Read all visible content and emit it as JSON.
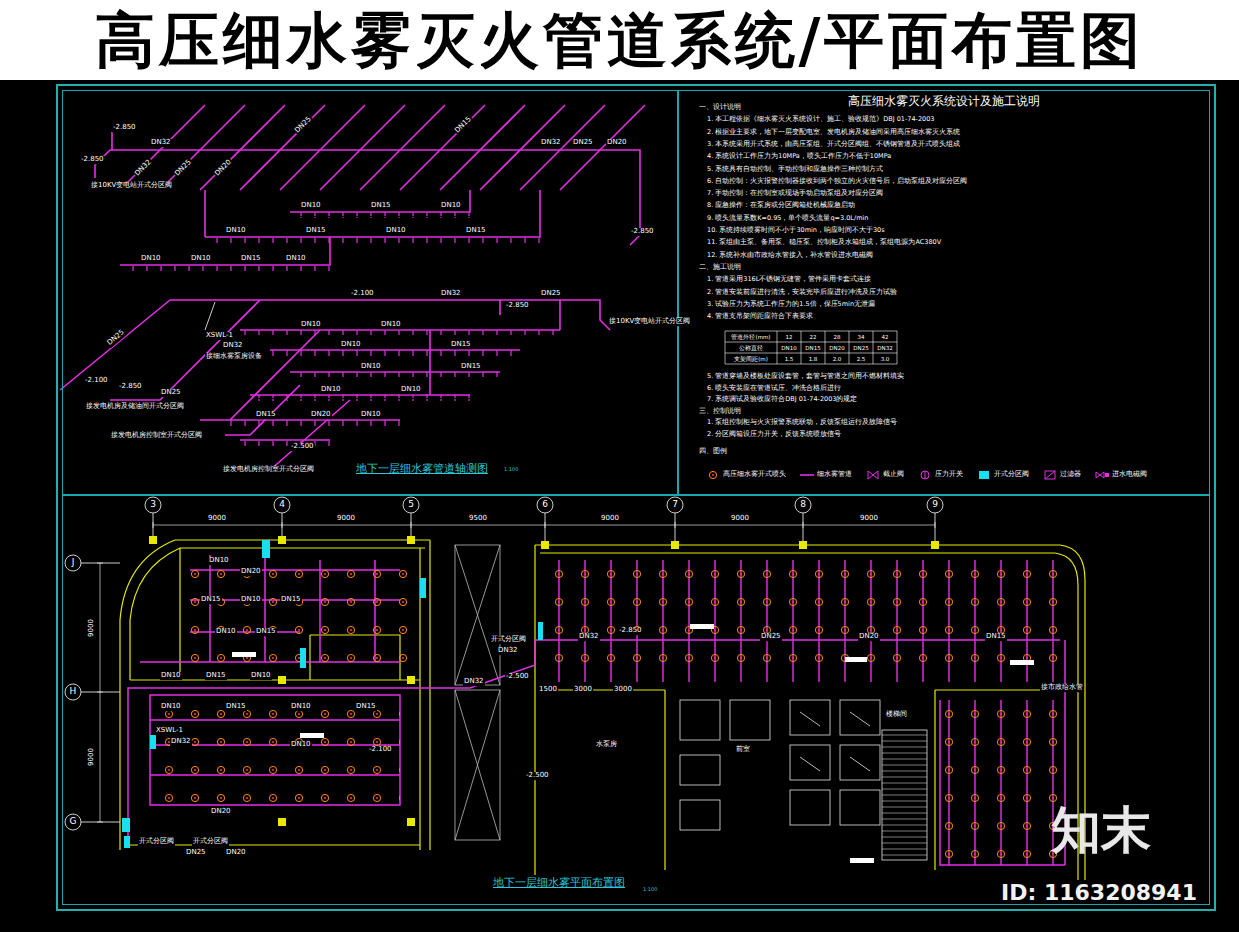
{
  "diagram": {
    "title": "高压细水雾灭火管道系统/平面布置图",
    "nodes": [
      {
        "text": [
          "地下一层细水雾管道轴测图"
        ]
      },
      {
        "text": [
          "高压细水雾灭火系统设计及施工说明"
        ]
      },
      {
        "text": [
          "地下一层细水雾平面布置图"
        ]
      }
    ],
    "labels": [
      "-2.850",
      "-2.850",
      "DN32",
      "DN25",
      "DN20",
      "DN32",
      "DN25",
      "DN15",
      "DN32",
      "DN25",
      "DN20",
      "接10KV变电站开式分区阀",
      "DN10",
      "DN15",
      "DN10",
      "DN10",
      "DN15",
      "DN10",
      "DN15",
      "DN10",
      "DN10",
      "DN15",
      "DN10",
      "-2.850",
      "-2.100",
      "DN32",
      "-2.850",
      "DN25",
      "接10KV变电站开式分区阀",
      "XSWL-1",
      "DN32",
      "接细水雾泵房设备",
      "DN25",
      "-2.100",
      "-2.850",
      "DN25",
      "DN10",
      "DN10",
      "DN10",
      "DN15",
      "DN10",
      "DN15",
      "DN10",
      "DN10",
      "DN15",
      "DN20",
      "DN10",
      "-2.500",
      "接发电机房及储油间开式分区阀",
      "接发电机房控制室开式分区阀",
      "接发电机房控制室开式分区阀",
      "1:100",
      "一、设计说明",
      "1. 本工程依据《细水雾灭火系统设计、施工、验收规范》DBJ 01-74-2003",
      "2. 根据业主要求，地下一层变配电室、发电机房及储油间采用高压细水雾灭火系统",
      "3. 本系统采用开式系统，由高压泵组、开式分区阀组、不锈钢管道及开式喷头组成",
      "4. 系统设计工作压力为10MPa，喷头工作压力不低于10MPa",
      "5. 系统具有自动控制、手动控制和应急操作三种控制方式",
      "6. 自动控制：火灾报警控制器接收到两个独立的火灾信号后，启动泵组及对应分区阀",
      "7. 手动控制：在控制室或现场手动启动泵组及对应分区阀",
      "8. 应急操作：在泵房或分区阀箱处机械应急启动",
      "9. 喷头流量系数K=0.95，单个喷头流量q=3.0L/min",
      "10. 系统持续喷雾时间不小于30min，响应时间不大于30s",
      "11. 泵组由主泵、备用泵、稳压泵、控制柜及水箱组成，泵组电源为AC380V",
      "12. 系统补水由市政给水管接入，补水管设进水电磁阀",
      "二、施工说明",
      "1. 管道采用316L不锈钢无缝管，管件采用卡套式连接",
      "2. 管道安装前应进行清洗，安装完毕后应进行冲洗及压力试验",
      "3. 试验压力为系统工作压力的1.5倍，保压5min无泄漏",
      "4. 管道支吊架间距应符合下表要求",
      "5. 管道穿墙及楼板处应设套管，套管与管道之间用不燃材料填实",
      "6. 喷头安装应在管道试压、冲洗合格后进行",
      "7. 系统调试及验收应符合DBJ 01-74-2003的规定",
      "三、控制说明",
      "1. 泵组控制柜与火灾报警系统联动，反馈泵组运行及故障信号",
      "2. 分区阀箱设压力开关，反馈系统喷放信号",
      "四、图例",
      "管道外径(mm)",
      "12",
      "22",
      "28",
      "34",
      "42",
      "公称直径",
      "DN10",
      "DN15",
      "DN20",
      "DN25",
      "DN32",
      "支架间距(m)",
      "1.5",
      "1.8",
      "2.0",
      "2.5",
      "3.0",
      "3",
      "4",
      "5",
      "6",
      "7",
      "8",
      "9",
      "J",
      "H",
      "G",
      "9000",
      "9000",
      "9500",
      "9000",
      "9000",
      "9000",
      "9000",
      "9000",
      "DN10",
      "DN20",
      "DN15",
      "DN10",
      "DN15",
      "DN10",
      "DN15",
      "DN10",
      "DN15",
      "DN10",
      "开式分区阀",
      "DN32",
      "-2.500",
      "DN32",
      "DN32",
      "-2.850",
      "DN25",
      "DN20",
      "DN15",
      "XSWL-1",
      "DN32",
      "DN10",
      "DN15",
      "DN10",
      "DN15",
      "DN10",
      "-2.100",
      "DN20",
      "-2.500",
      "开式分区阀",
      "开式分区阀",
      "DN25",
      "DN20",
      "水泵房",
      "前室",
      "楼梯间",
      "接市政给水管",
      "1500",
      "3000",
      "3000",
      "1:100",
      "知末",
      "ID: 1163208941"
    ],
    "legend": [
      {
        "text": "高压细水雾开式喷头"
      },
      {
        "text": "细水雾管道"
      },
      {
        "text": "截止阀"
      },
      {
        "text": "压力开关"
      },
      {
        "text": "开式分区阀"
      },
      {
        "text": "过滤器"
      },
      {
        "text": "进水电磁阀"
      }
    ]
  }
}
